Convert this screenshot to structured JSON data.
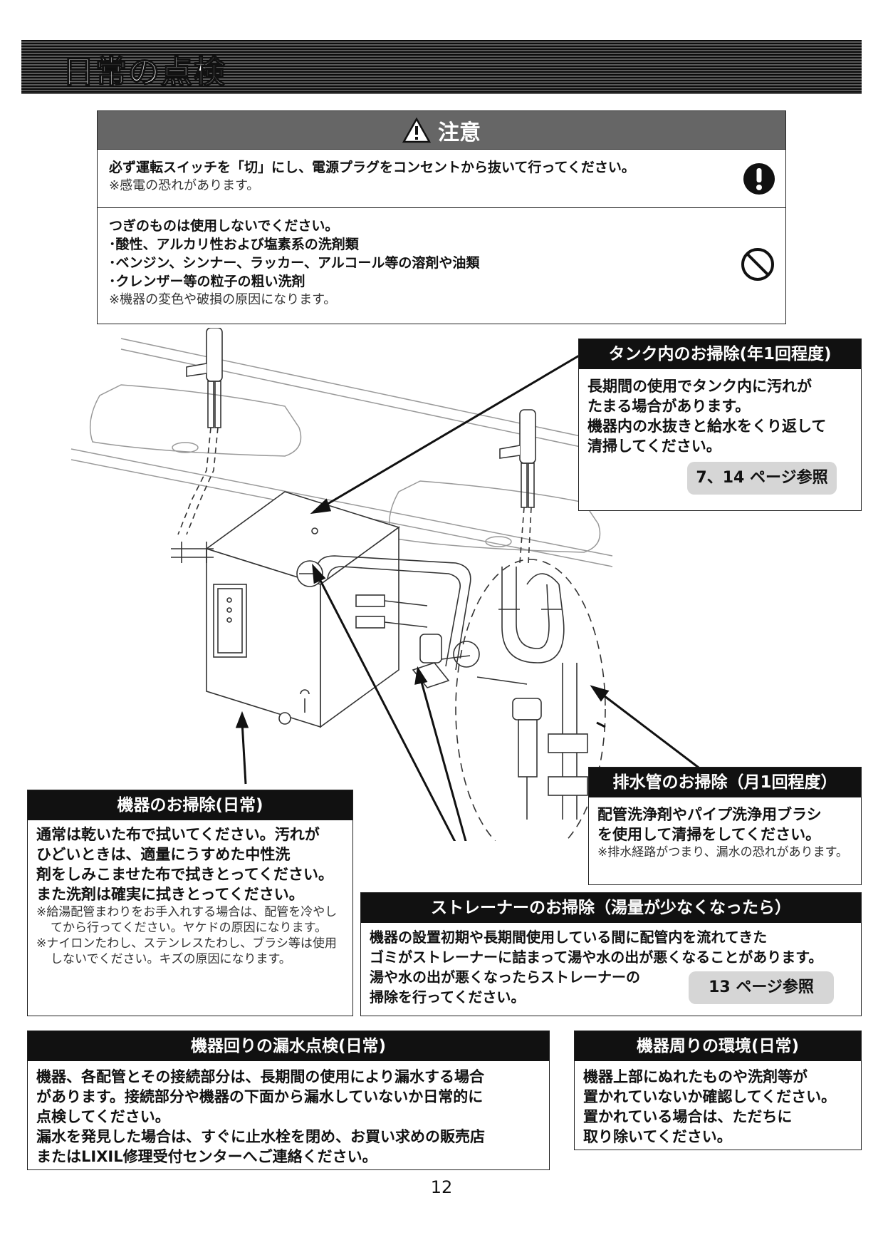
{
  "header": {
    "title": "日常の点検"
  },
  "caution": {
    "title": "注意",
    "row1": {
      "line": "必ず運転スイッチを「切」にし、電源プラグをコンセントから抜いて行ってください。",
      "note": "※感電の恐れがあります。"
    },
    "row2": {
      "lines": [
        "つぎのものは使用しないでください。",
        "･酸性、アルカリ性および塩素系の洗剤類",
        "･ベンジン、シンナー、ラッカー、アルコール等の溶剤や油類",
        "･クレンザー等の粒子の粗い洗剤"
      ],
      "note": "※機器の変色や破損の原因になります。"
    }
  },
  "tank": {
    "title": "タンク内のお掃除(年1回程度)",
    "lines": [
      "長期間の使用でタンク内に汚れが",
      "たまる場合があります。",
      "機器内の水抜きと給水をくり返して",
      "清掃してください。"
    ],
    "ref": "7、14 ページ参照"
  },
  "drain": {
    "title": "排水管のお掃除（月1回程度）",
    "lines": [
      "配管洗浄剤やパイプ洗浄用ブラシ",
      "を使用して清掃をしてください。"
    ],
    "note": "※排水経路がつまり、漏水の恐れがあります。"
  },
  "device": {
    "title": "機器のお掃除(日常)",
    "lines": [
      "通常は乾いた布で拭いてください。汚れが",
      "ひどいときは、適量にうすめた中性洗",
      "剤をしみこませた布で拭きとってください。",
      "また洗剤は確実に拭きとってください。"
    ],
    "notes": [
      "※給湯配管まわりをお手入れする場合は、配管を冷やしてから行ってください。ヤケドの原因になります。",
      "※ナイロンたわし、ステンレスたわし、ブラシ等は使用しないでください。キズの原因になります。"
    ]
  },
  "strainer": {
    "title": "ストレーナーのお掃除（湯量が少なくなったら）",
    "lines": [
      "機器の設置初期や長期間使用している間に配管内を流れてきた",
      "ゴミがストレーナーに詰まって湯や水の出が悪くなることがあります。",
      "湯や水の出が悪くなったらストレーナーの",
      "掃除を行ってください。"
    ],
    "ref": "13 ページ参照"
  },
  "leak": {
    "title": "機器回りの漏水点検(日常)",
    "lines": [
      "機器、各配管とその接続部分は、長期間の使用により漏水する場合",
      "があります。接続部分や機器の下面から漏水していないか日常的に",
      "点検してください。",
      "漏水を発見した場合は、すぐに止水栓を閉め、お買い求めの販売店",
      "またはLIXIL修理受付センターへご連絡ください。"
    ]
  },
  "env": {
    "title": "機器周りの環境(日常)",
    "lines": [
      "機器上部にぬれたものや洗剤等が",
      "置かれていないか確認してください。",
      "置かれている場合は、ただちに",
      "取り除いてください。"
    ]
  },
  "page_number": "12",
  "icons": {
    "warning": "warning-triangle-icon",
    "mandatory": "exclamation-circle-icon",
    "prohibited": "prohibition-icon"
  }
}
